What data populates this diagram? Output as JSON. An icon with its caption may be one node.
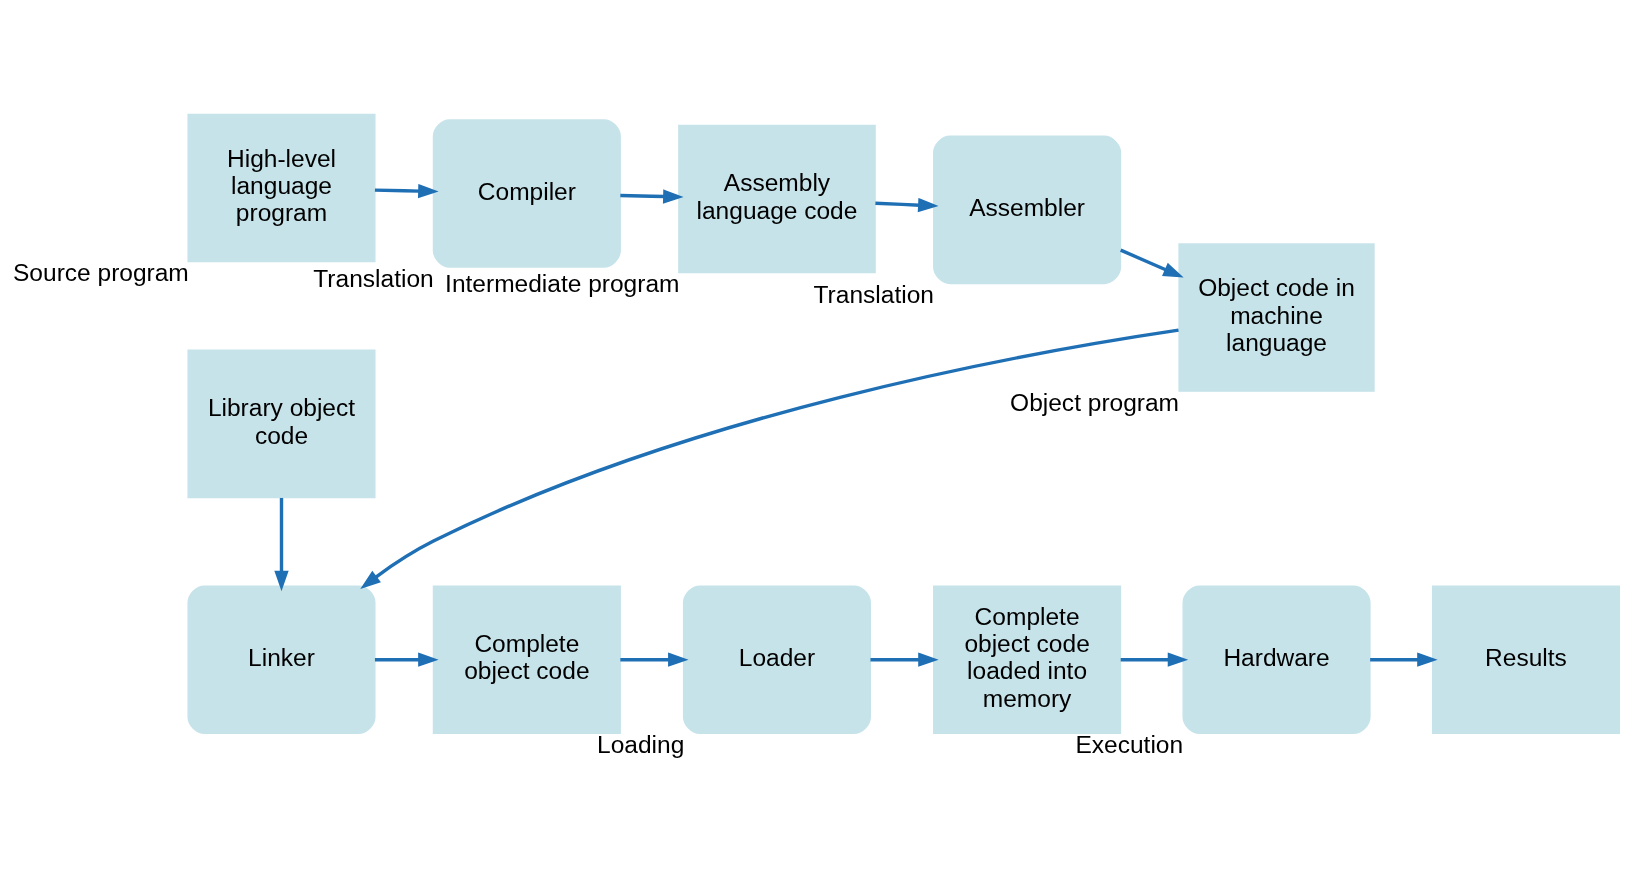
{
  "diagram": {
    "nodes": [
      {
        "text": [
          "High-level language program"
        ],
        "beside": [
          "Source program"
        ]
      },
      {
        "text": [
          "Compiler"
        ],
        "beside": [
          "Translation"
        ]
      },
      {
        "text": [
          "Assembly language code"
        ],
        "beside": [
          "Intermediate program"
        ]
      },
      {
        "text": [
          "Assembler"
        ],
        "beside": [
          "Translation"
        ]
      },
      {
        "text": [
          "Object code in machine language"
        ],
        "beside": [
          "Object program"
        ]
      },
      {
        "text": [
          "Linker"
        ]
      },
      {
        "text": [
          "Complete object code"
        ]
      },
      {
        "text": [
          "Loader"
        ],
        "beside": [
          "Loading"
        ]
      },
      {
        "text": [
          "Complete object code loaded into memory"
        ]
      },
      {
        "text": [
          "Hardware"
        ],
        "beside": [
          "Execution"
        ]
      },
      {
        "text": [
          "Results"
        ]
      },
      {
        "text": [
          "Library object code"
        ]
      }
    ],
    "edges": [
      {
        "from": 0,
        "to": 1,
        "arrow": "to"
      },
      {
        "from": 1,
        "to": 2,
        "arrow": "to"
      },
      {
        "from": 2,
        "to": 3,
        "arrow": "to"
      },
      {
        "from": 3,
        "to": 4,
        "arrow": "to"
      },
      {
        "from": 4,
        "to": 5,
        "arrow": "to"
      },
      {
        "from": 5,
        "to": 6,
        "arrow": "to"
      },
      {
        "from": 6,
        "to": 7,
        "arrow": "to"
      },
      {
        "from": 7,
        "to": 8,
        "arrow": "to"
      },
      {
        "from": 8,
        "to": 9,
        "arrow": "to"
      },
      {
        "from": 9,
        "to": 10,
        "arrow": "to"
      },
      {
        "from": 11,
        "to": 5,
        "arrow": "to"
      }
    ]
  }
}
